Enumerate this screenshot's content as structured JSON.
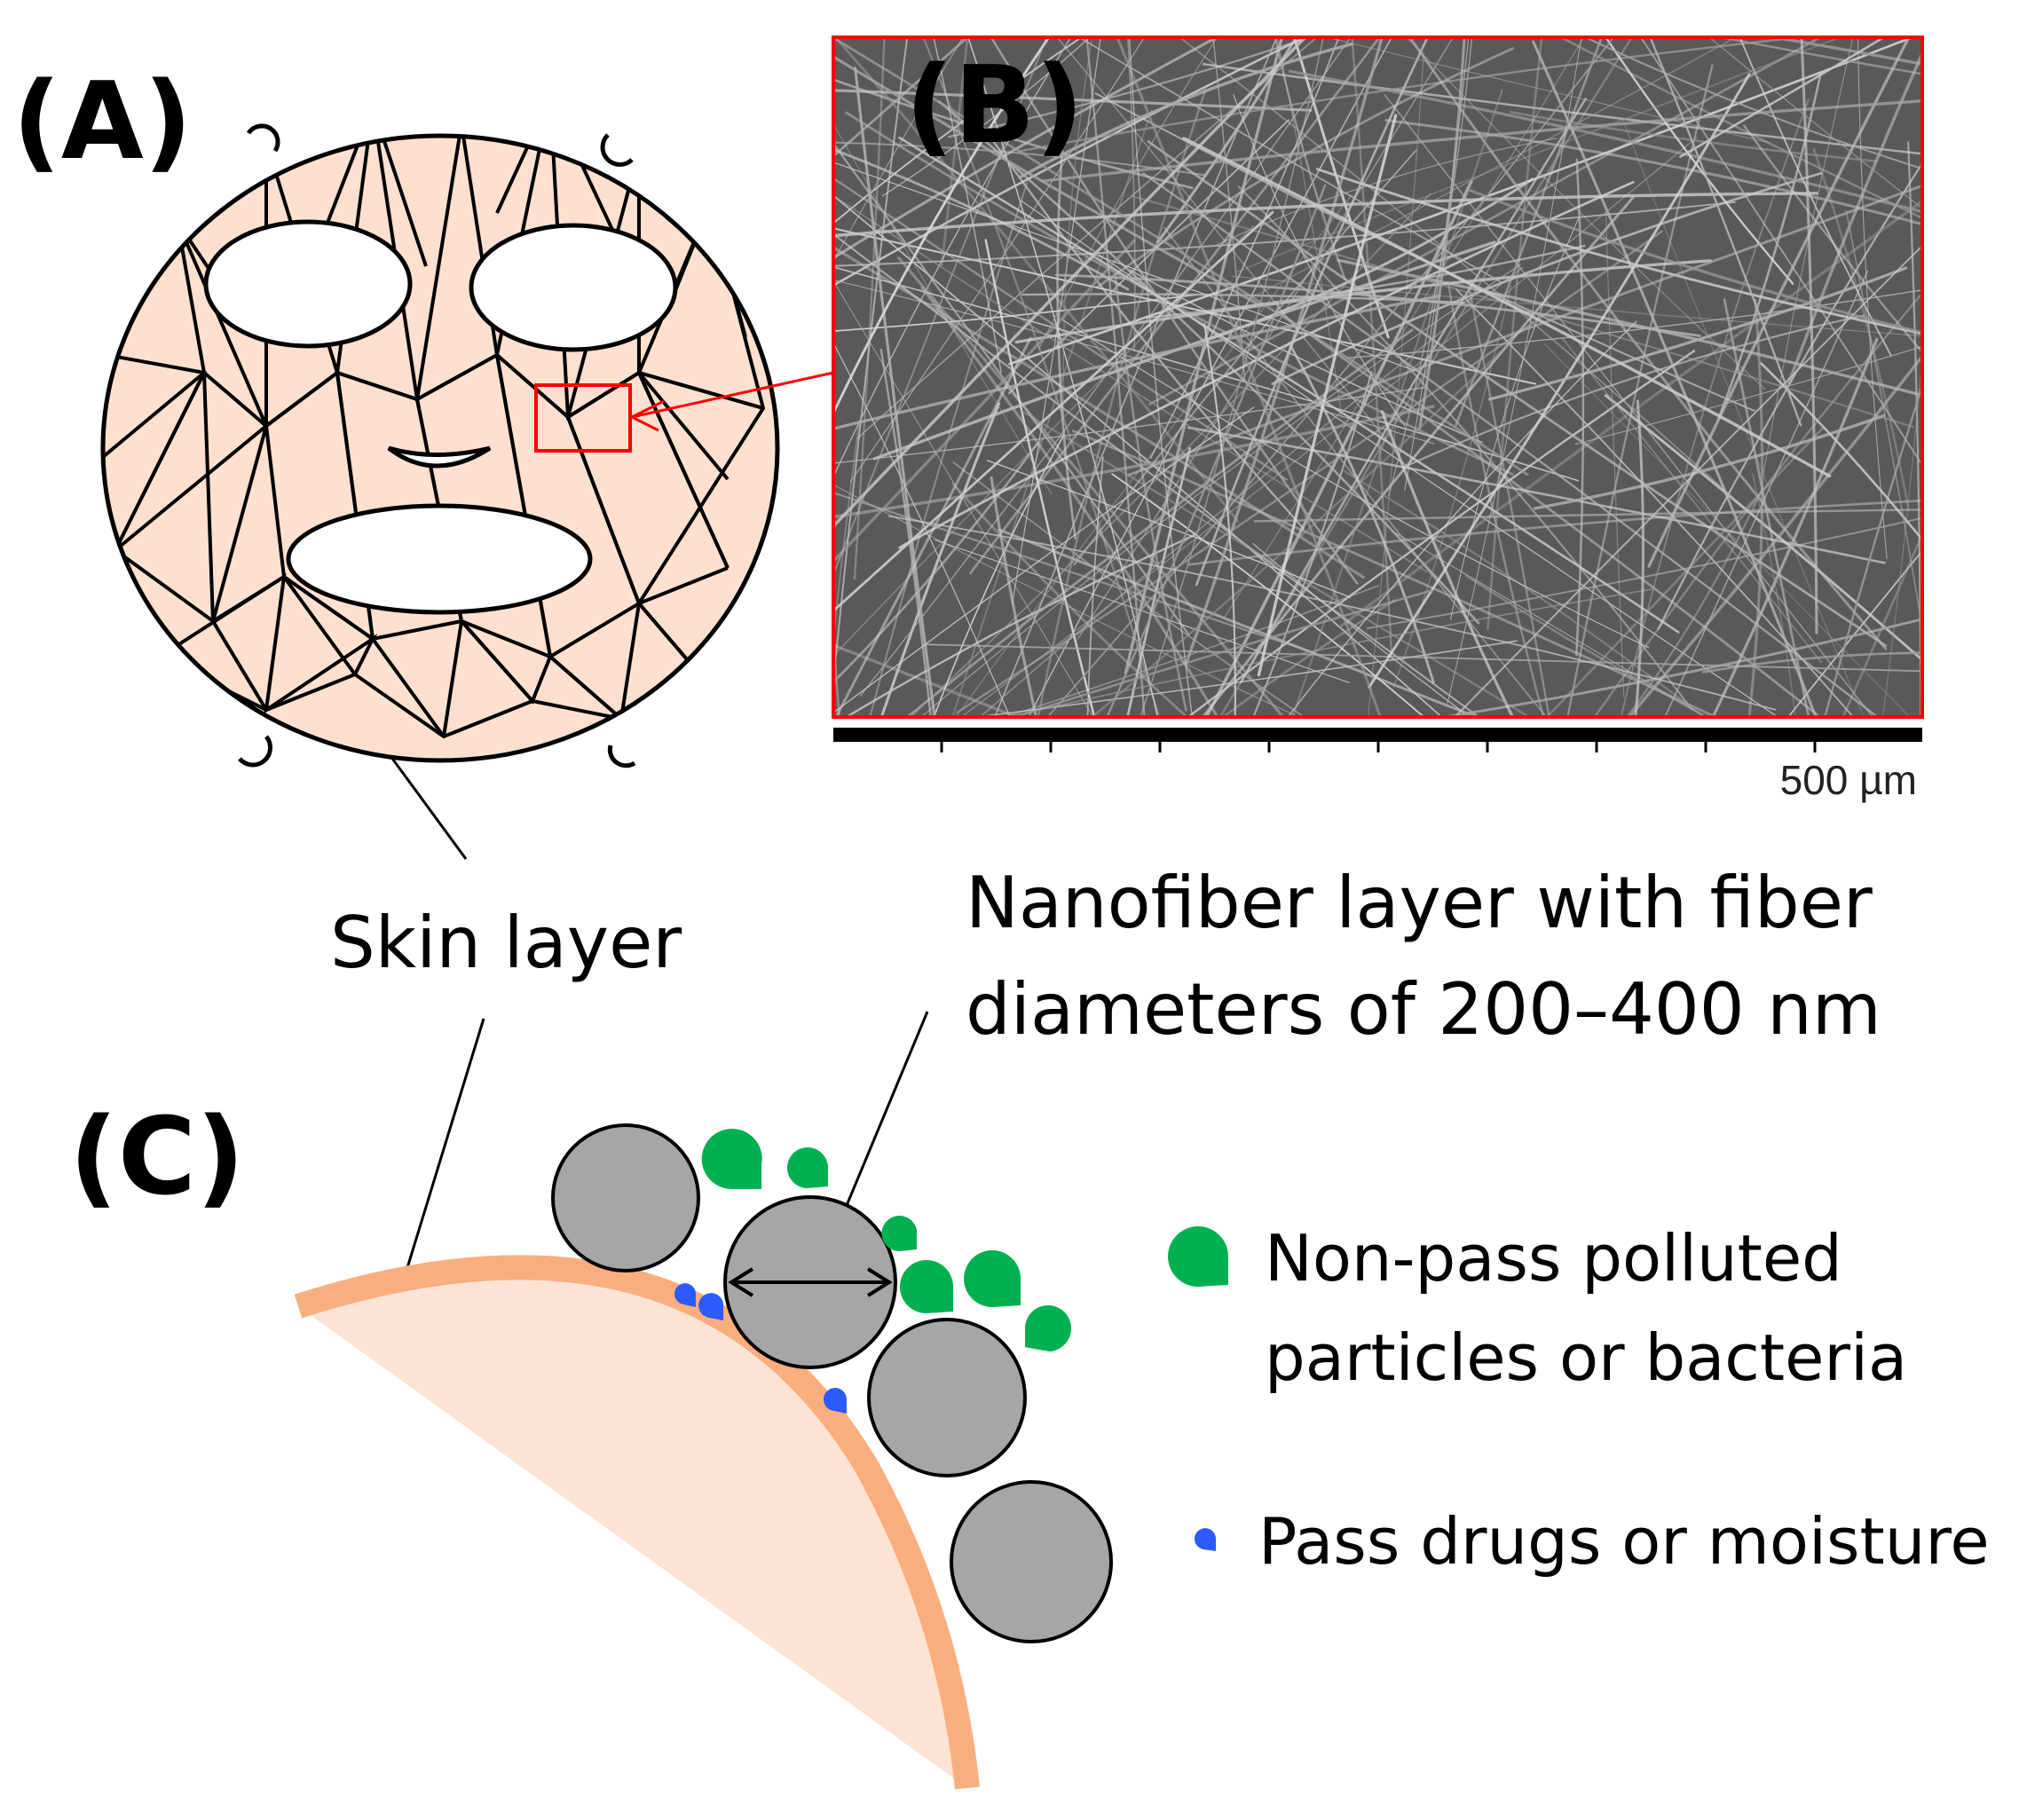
{
  "panels": {
    "a_label": "(A)",
    "b_label": "(B)",
    "c_label": "(C)"
  },
  "sem": {
    "scale_label": "500 µm"
  },
  "labels": {
    "skin_layer": "Skin layer",
    "nanofiber_line1": "Nanofiber layer with fiber",
    "nanofiber_line2": "diameters of 200–400 nm"
  },
  "legend": {
    "non_pass_line1": "Non-pass polluted",
    "non_pass_line2": "particles or bacteria",
    "pass": "Pass drugs or moisture"
  },
  "colors": {
    "mask_fill": "#fde0d0",
    "skin_band": "#f9ae7e",
    "skin_fill": "#fde3d4",
    "fiber_gray": "#a6a6a6",
    "particle_green": "#00b050",
    "droplet_blue": "#2b5bff",
    "highlight_red": "#ff0000"
  }
}
